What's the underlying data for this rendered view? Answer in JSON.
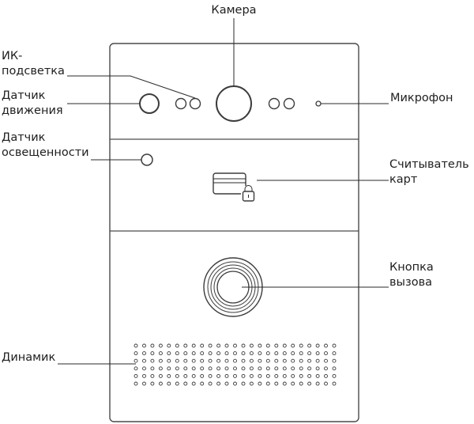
{
  "labels": {
    "camera": "Камера",
    "ir_line1": "ИК-",
    "ir_line2": "подсветка",
    "motion_line1": "Датчик",
    "motion_line2": "движения",
    "light_line1": "Датчик",
    "light_line2": "освещенности",
    "microphone": "Микрофон",
    "card_reader_line1": "Считыватель",
    "card_reader_line2": "карт",
    "call_button_line1": "Кнопка",
    "call_button_line2": "вызова",
    "speaker": "Динамик"
  },
  "speaker_grille": {
    "rows": 6,
    "cols": 25
  },
  "colors": {
    "stroke": "#3c3c3c",
    "text": "#1e1e1e",
    "background": "#ffffff"
  }
}
